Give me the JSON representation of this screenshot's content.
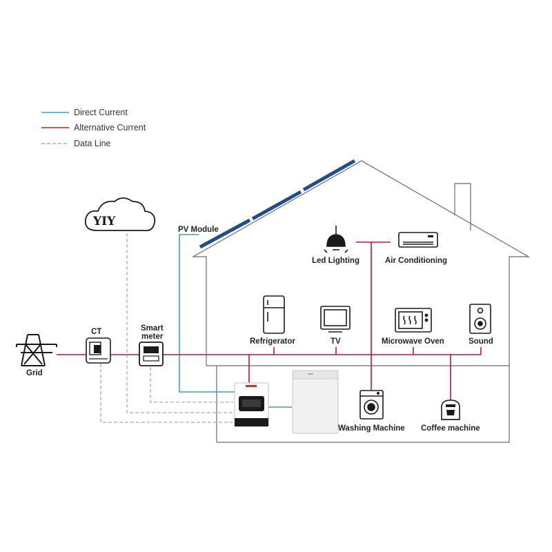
{
  "legend": {
    "dc": "Direct Current",
    "ac": "Alternative Current",
    "data": "Data Line"
  },
  "labels": {
    "pv_module": "PV Module",
    "grid": "Grid",
    "ct": "CT",
    "smart_meter_1": "Smart",
    "smart_meter_2": "meter",
    "led_lighting": "Led Lighting",
    "air_conditioning": "Air Conditioning",
    "refrigerator": "Refrigerator",
    "tv": "TV",
    "microwave_oven": "Microwave Oven",
    "sound": "Sound",
    "washing_machine": "Washing Machine",
    "coffee_machine": "Coffee machine"
  },
  "logo_text": "YIY",
  "colors": {
    "dc": "#3b9fd1",
    "ac": "#c8102e",
    "data": "#aaaaaa",
    "house": "#6a6a6a",
    "panel": "#1e4f8a"
  }
}
